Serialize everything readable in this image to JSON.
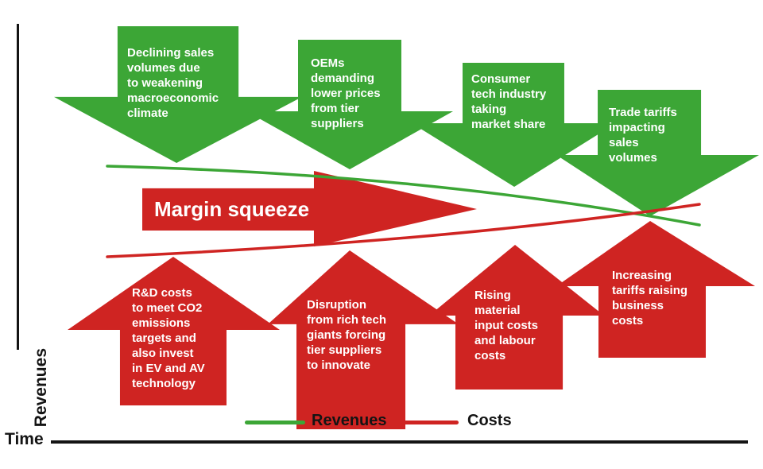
{
  "axes": {
    "y_label": "Revenues",
    "x_label": "Time"
  },
  "center_arrow": {
    "label": "Margin squeeze"
  },
  "revenue_factors": [
    {
      "label": "Declining sales\nvolumes due\nto weakening\nmacroeconomic\nclimate"
    },
    {
      "label": "OEMs\ndemanding\nlower prices\nfrom tier\nsuppliers"
    },
    {
      "label": "Consumer\ntech industry\ntaking\nmarket share"
    },
    {
      "label": "Trade tariffs\nimpacting\nsales\nvolumes"
    }
  ],
  "cost_factors": [
    {
      "label": "R&D costs\nto meet CO2\nemissions\ntargets and\nalso invest\nin EV and AV\ntechnology"
    },
    {
      "label": "Disruption\nfrom rich tech\ngiants forcing\ntier suppliers\nto innovate"
    },
    {
      "label": "Rising\nmaterial\ninput costs\nand labour\ncosts"
    },
    {
      "label": "Increasing\ntariffs raising\nbusiness\ncosts"
    }
  ],
  "legend": {
    "items": [
      {
        "label": "Revenues",
        "color": "#3CA636"
      },
      {
        "label": "Costs",
        "color": "#CF2422"
      }
    ]
  },
  "colors": {
    "revenue_green": "#3CA636",
    "cost_red": "#CF2422",
    "axis_black": "#141414",
    "arrow_text_white": "#FFFFFF"
  }
}
